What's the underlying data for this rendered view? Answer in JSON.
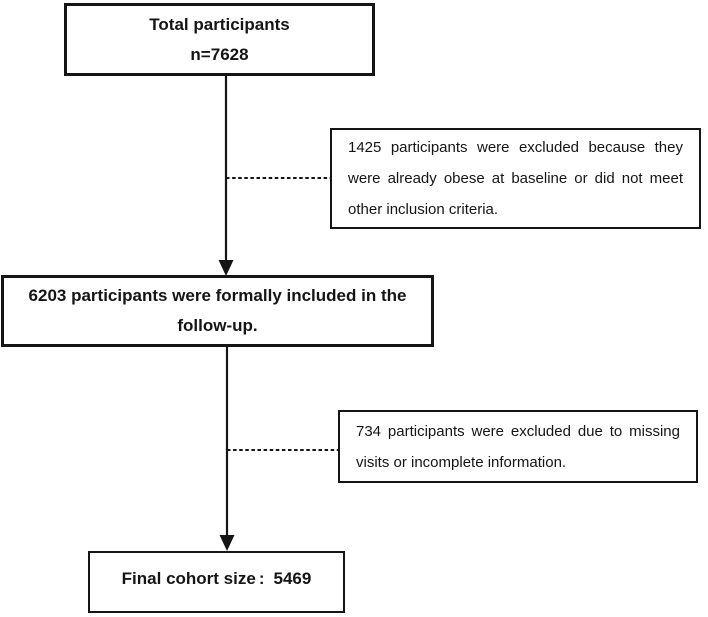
{
  "colors": {
    "line": "#151515",
    "text": "#151515",
    "background": "#ffffff"
  },
  "flowchart": {
    "total_box": {
      "line1": "Total participants",
      "line2": "n=7628"
    },
    "exclusion_box_1": {
      "text": "1425 participants were excluded because they were already obese at baseline or did not meet other inclusion criteria."
    },
    "included_box": {
      "text": "6203 participants were formally included in the follow-up."
    },
    "exclusion_box_2": {
      "text": "734 participants were excluded due to missing visits or incomplete information."
    },
    "final_box": {
      "label": "Final cohort size",
      "separator": ":",
      "value": "5469"
    }
  }
}
